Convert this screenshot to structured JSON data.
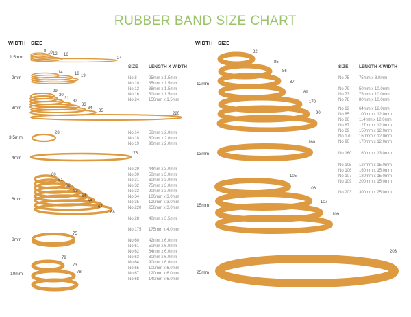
{
  "title": "RUBBER BAND SIZE CHART",
  "colors": {
    "title": "#9bc46a",
    "band_light": "#e6a54a",
    "band_dark": "#c98a33",
    "text": "#555555"
  },
  "headers": {
    "width": "WIDTH",
    "size": "SIZE",
    "table_size": "SIZE",
    "table_dims": "LENGTH X WIDTH"
  },
  "left_groups": [
    {
      "width": "1.5mm",
      "labels": [
        "8",
        "10",
        "12",
        "16",
        "24"
      ]
    },
    {
      "width": "2mm",
      "labels": [
        "14",
        "18",
        "19"
      ]
    },
    {
      "width": "3mm",
      "labels": [
        "29",
        "30",
        "31",
        "32",
        "33",
        "34",
        "35",
        "220"
      ]
    },
    {
      "width": "3.5mm",
      "labels": [
        "28"
      ]
    },
    {
      "width": "4mm",
      "labels": [
        "175"
      ]
    },
    {
      "width": "6mm",
      "labels": [
        "60",
        "61",
        "62",
        "63",
        "64",
        "65",
        "67",
        "68"
      ]
    },
    {
      "width": "8mm",
      "labels": [
        "75"
      ]
    },
    {
      "width": "10mm",
      "labels": [
        "79",
        "73",
        "78"
      ]
    }
  ],
  "right_groups": [
    {
      "width": "12mm",
      "labels": [
        "82",
        "85",
        "86",
        "87",
        "89",
        "170",
        "90"
      ]
    },
    {
      "width": "13mm",
      "labels": [
        "160"
      ]
    },
    {
      "width": "15mm",
      "labels": [
        "105",
        "106",
        "107",
        "109"
      ]
    },
    {
      "width": "25mm",
      "labels": [
        "203"
      ]
    }
  ],
  "left_table": [
    {
      "size": "No 8",
      "dims": "25mm x 1.5mm"
    },
    {
      "size": "No 10",
      "dims": "35mm x 1.5mm"
    },
    {
      "size": "No 12",
      "dims": "38mm x 1.5mm"
    },
    {
      "size": "No 16",
      "dims": "60mm x 1.5mm"
    },
    {
      "size": "No 24",
      "dims": "150mm x 1.5mm"
    },
    {
      "size": "No 14",
      "dims": "50mm x 2.0mm"
    },
    {
      "size": "No 18",
      "dims": "80mm x 2.0mm"
    },
    {
      "size": "No 19",
      "dims": "90mm x 2.0mm"
    },
    {
      "size": "No 29",
      "dims": "44mm x 3.0mm"
    },
    {
      "size": "No 30",
      "dims": "50mm x 3.0mm"
    },
    {
      "size": "No 31",
      "dims": "60mm x 3.0mm"
    },
    {
      "size": "No 32",
      "dims": "75mm x 3.0mm"
    },
    {
      "size": "No 33",
      "dims": "90mm x 3.0mm"
    },
    {
      "size": "No 34",
      "dims": "100mm x 3.0mm"
    },
    {
      "size": "No 35",
      "dims": "120mm x 3.0mm"
    },
    {
      "size": "No 220",
      "dims": "250mm x 3.0mm"
    },
    {
      "size": "No 28",
      "dims": "40mm x 3.5mm"
    },
    {
      "size": "No 175",
      "dims": "175mm x 4.0mm"
    },
    {
      "size": "No 60",
      "dims": "42mm x 6.0mm"
    },
    {
      "size": "No 61",
      "dims": "50mm x 6.0mm"
    },
    {
      "size": "No 62",
      "dims": "64mm x 6.0mm"
    },
    {
      "size": "No 63",
      "dims": "80mm x 6.0mm"
    },
    {
      "size": "No 64",
      "dims": "90mm x 6.0mm"
    },
    {
      "size": "No 65",
      "dims": "100mm x 6.0mm"
    },
    {
      "size": "No 67",
      "dims": "120mm x 6.0mm"
    },
    {
      "size": "No 68",
      "dims": "140mm x 6.0mm"
    }
  ],
  "right_table": [
    {
      "size": "No 75",
      "dims": "75mm x 8.0mm"
    },
    {
      "size": "No 79",
      "dims": "50mm x 10.0mm"
    },
    {
      "size": "No 73",
      "dims": "75mm x 10.0mm"
    },
    {
      "size": "No 78",
      "dims": "80mm x 10.0mm"
    },
    {
      "size": "No 82",
      "dims": "64mm x 12.0mm"
    },
    {
      "size": "No 85",
      "dims": "100mm x 12.0mm"
    },
    {
      "size": "No 86",
      "dims": "114mm x 12.0mm"
    },
    {
      "size": "No 87",
      "dims": "127mm x 12.0mm"
    },
    {
      "size": "No 89",
      "dims": "150mm x 12.0mm"
    },
    {
      "size": "No 170",
      "dims": "160mm x 12.0mm"
    },
    {
      "size": "No 90",
      "dims": "170mm x 12.0mm"
    },
    {
      "size": "No 160",
      "dims": "160mm x 13.0mm"
    },
    {
      "size": "No 105",
      "dims": "127mm x 15.0mm"
    },
    {
      "size": "No 106",
      "dims": "160mm x 15.0mm"
    },
    {
      "size": "No 107",
      "dims": "180mm x 15.0mm"
    },
    {
      "size": "No 109",
      "dims": "200mm x 15.0mm"
    },
    {
      "size": "No 203",
      "dims": "300mm x 25.0mm"
    }
  ],
  "chart_data": {
    "type": "table",
    "title": "RUBBER BAND SIZE CHART",
    "columns": [
      "Size",
      "Length (mm)",
      "Width (mm)"
    ],
    "rows": [
      [
        "No 8",
        25,
        1.5
      ],
      [
        "No 10",
        35,
        1.5
      ],
      [
        "No 12",
        38,
        1.5
      ],
      [
        "No 16",
        60,
        1.5
      ],
      [
        "No 24",
        150,
        1.5
      ],
      [
        "No 14",
        50,
        2.0
      ],
      [
        "No 18",
        80,
        2.0
      ],
      [
        "No 19",
        90,
        2.0
      ],
      [
        "No 29",
        44,
        3.0
      ],
      [
        "No 30",
        50,
        3.0
      ],
      [
        "No 31",
        60,
        3.0
      ],
      [
        "No 32",
        75,
        3.0
      ],
      [
        "No 33",
        90,
        3.0
      ],
      [
        "No 34",
        100,
        3.0
      ],
      [
        "No 35",
        120,
        3.0
      ],
      [
        "No 220",
        250,
        3.0
      ],
      [
        "No 28",
        40,
        3.5
      ],
      [
        "No 175",
        175,
        4.0
      ],
      [
        "No 60",
        42,
        6.0
      ],
      [
        "No 61",
        50,
        6.0
      ],
      [
        "No 62",
        64,
        6.0
      ],
      [
        "No 63",
        80,
        6.0
      ],
      [
        "No 64",
        90,
        6.0
      ],
      [
        "No 65",
        100,
        6.0
      ],
      [
        "No 67",
        120,
        6.0
      ],
      [
        "No 68",
        140,
        6.0
      ],
      [
        "No 75",
        75,
        8.0
      ],
      [
        "No 79",
        50,
        10.0
      ],
      [
        "No 73",
        75,
        10.0
      ],
      [
        "No 78",
        80,
        10.0
      ],
      [
        "No 82",
        64,
        12.0
      ],
      [
        "No 85",
        100,
        12.0
      ],
      [
        "No 86",
        114,
        12.0
      ],
      [
        "No 87",
        127,
        12.0
      ],
      [
        "No 89",
        150,
        12.0
      ],
      [
        "No 170",
        160,
        12.0
      ],
      [
        "No 90",
        170,
        12.0
      ],
      [
        "No 160",
        160,
        13.0
      ],
      [
        "No 105",
        127,
        15.0
      ],
      [
        "No 106",
        160,
        15.0
      ],
      [
        "No 107",
        180,
        15.0
      ],
      [
        "No 109",
        200,
        15.0
      ],
      [
        "No 203",
        300,
        25.0
      ]
    ],
    "width_groups": [
      "1.5mm",
      "2mm",
      "3mm",
      "3.5mm",
      "4mm",
      "6mm",
      "8mm",
      "10mm",
      "12mm",
      "13mm",
      "15mm",
      "25mm"
    ]
  }
}
